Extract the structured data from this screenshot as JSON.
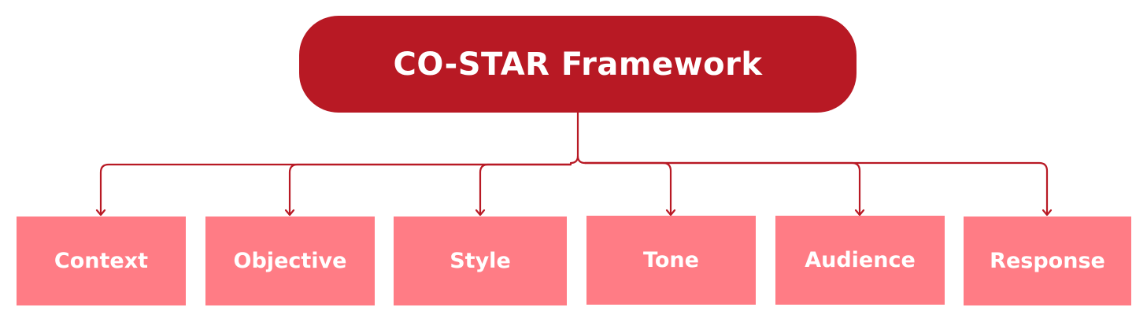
{
  "diagram": {
    "title": "CO-STAR Framework",
    "colors": {
      "root_fill": "#b81924",
      "child_fill": "#ff7c85",
      "connector": "#b81924",
      "text": "#ffffff"
    },
    "children": [
      {
        "label": "Context"
      },
      {
        "label": "Objective"
      },
      {
        "label": "Style"
      },
      {
        "label": "Tone"
      },
      {
        "label": "Audience"
      },
      {
        "label": "Response"
      }
    ]
  }
}
